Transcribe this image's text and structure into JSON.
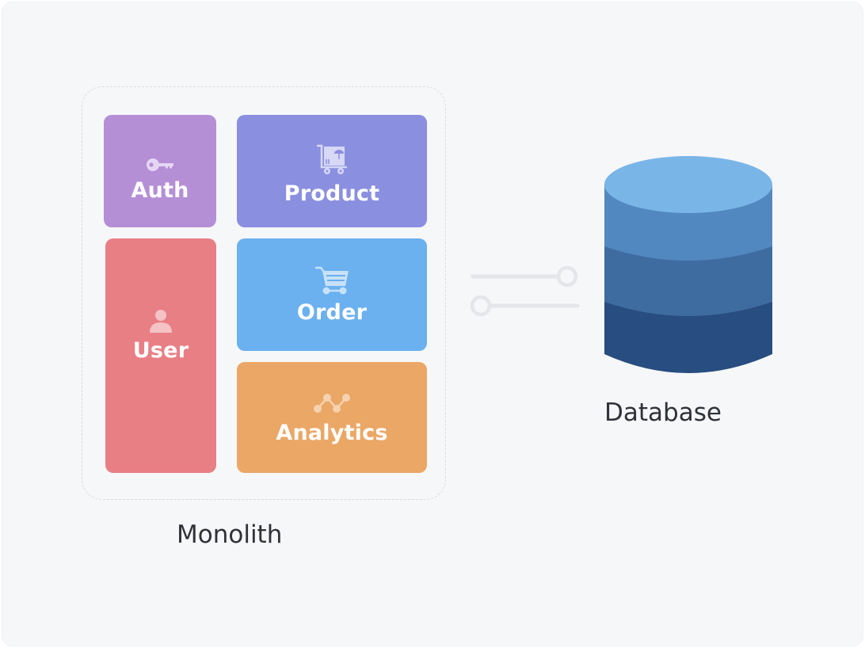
{
  "diagram": {
    "monolith": {
      "label": "Monolith",
      "modules": [
        {
          "id": "auth",
          "label": "Auth",
          "icon": "key-icon",
          "color": "#b48fd6"
        },
        {
          "id": "product",
          "label": "Product",
          "icon": "delivery-cart-icon",
          "color": "#8b8fe0"
        },
        {
          "id": "user",
          "label": "User",
          "icon": "user-icon",
          "color": "#e87f85"
        },
        {
          "id": "order",
          "label": "Order",
          "icon": "shopping-cart-icon",
          "color": "#6bb0ef"
        },
        {
          "id": "analytics",
          "label": "Analytics",
          "icon": "line-chart-icon",
          "color": "#eba766"
        }
      ]
    },
    "connection": {
      "icon": "connector-icon",
      "color": "#e4e6ea"
    },
    "database": {
      "label": "Database",
      "icon": "database-icon",
      "layer_colors": [
        "#7ab5e8",
        "#5288c0",
        "#3f6ca0",
        "#284d80"
      ]
    }
  }
}
